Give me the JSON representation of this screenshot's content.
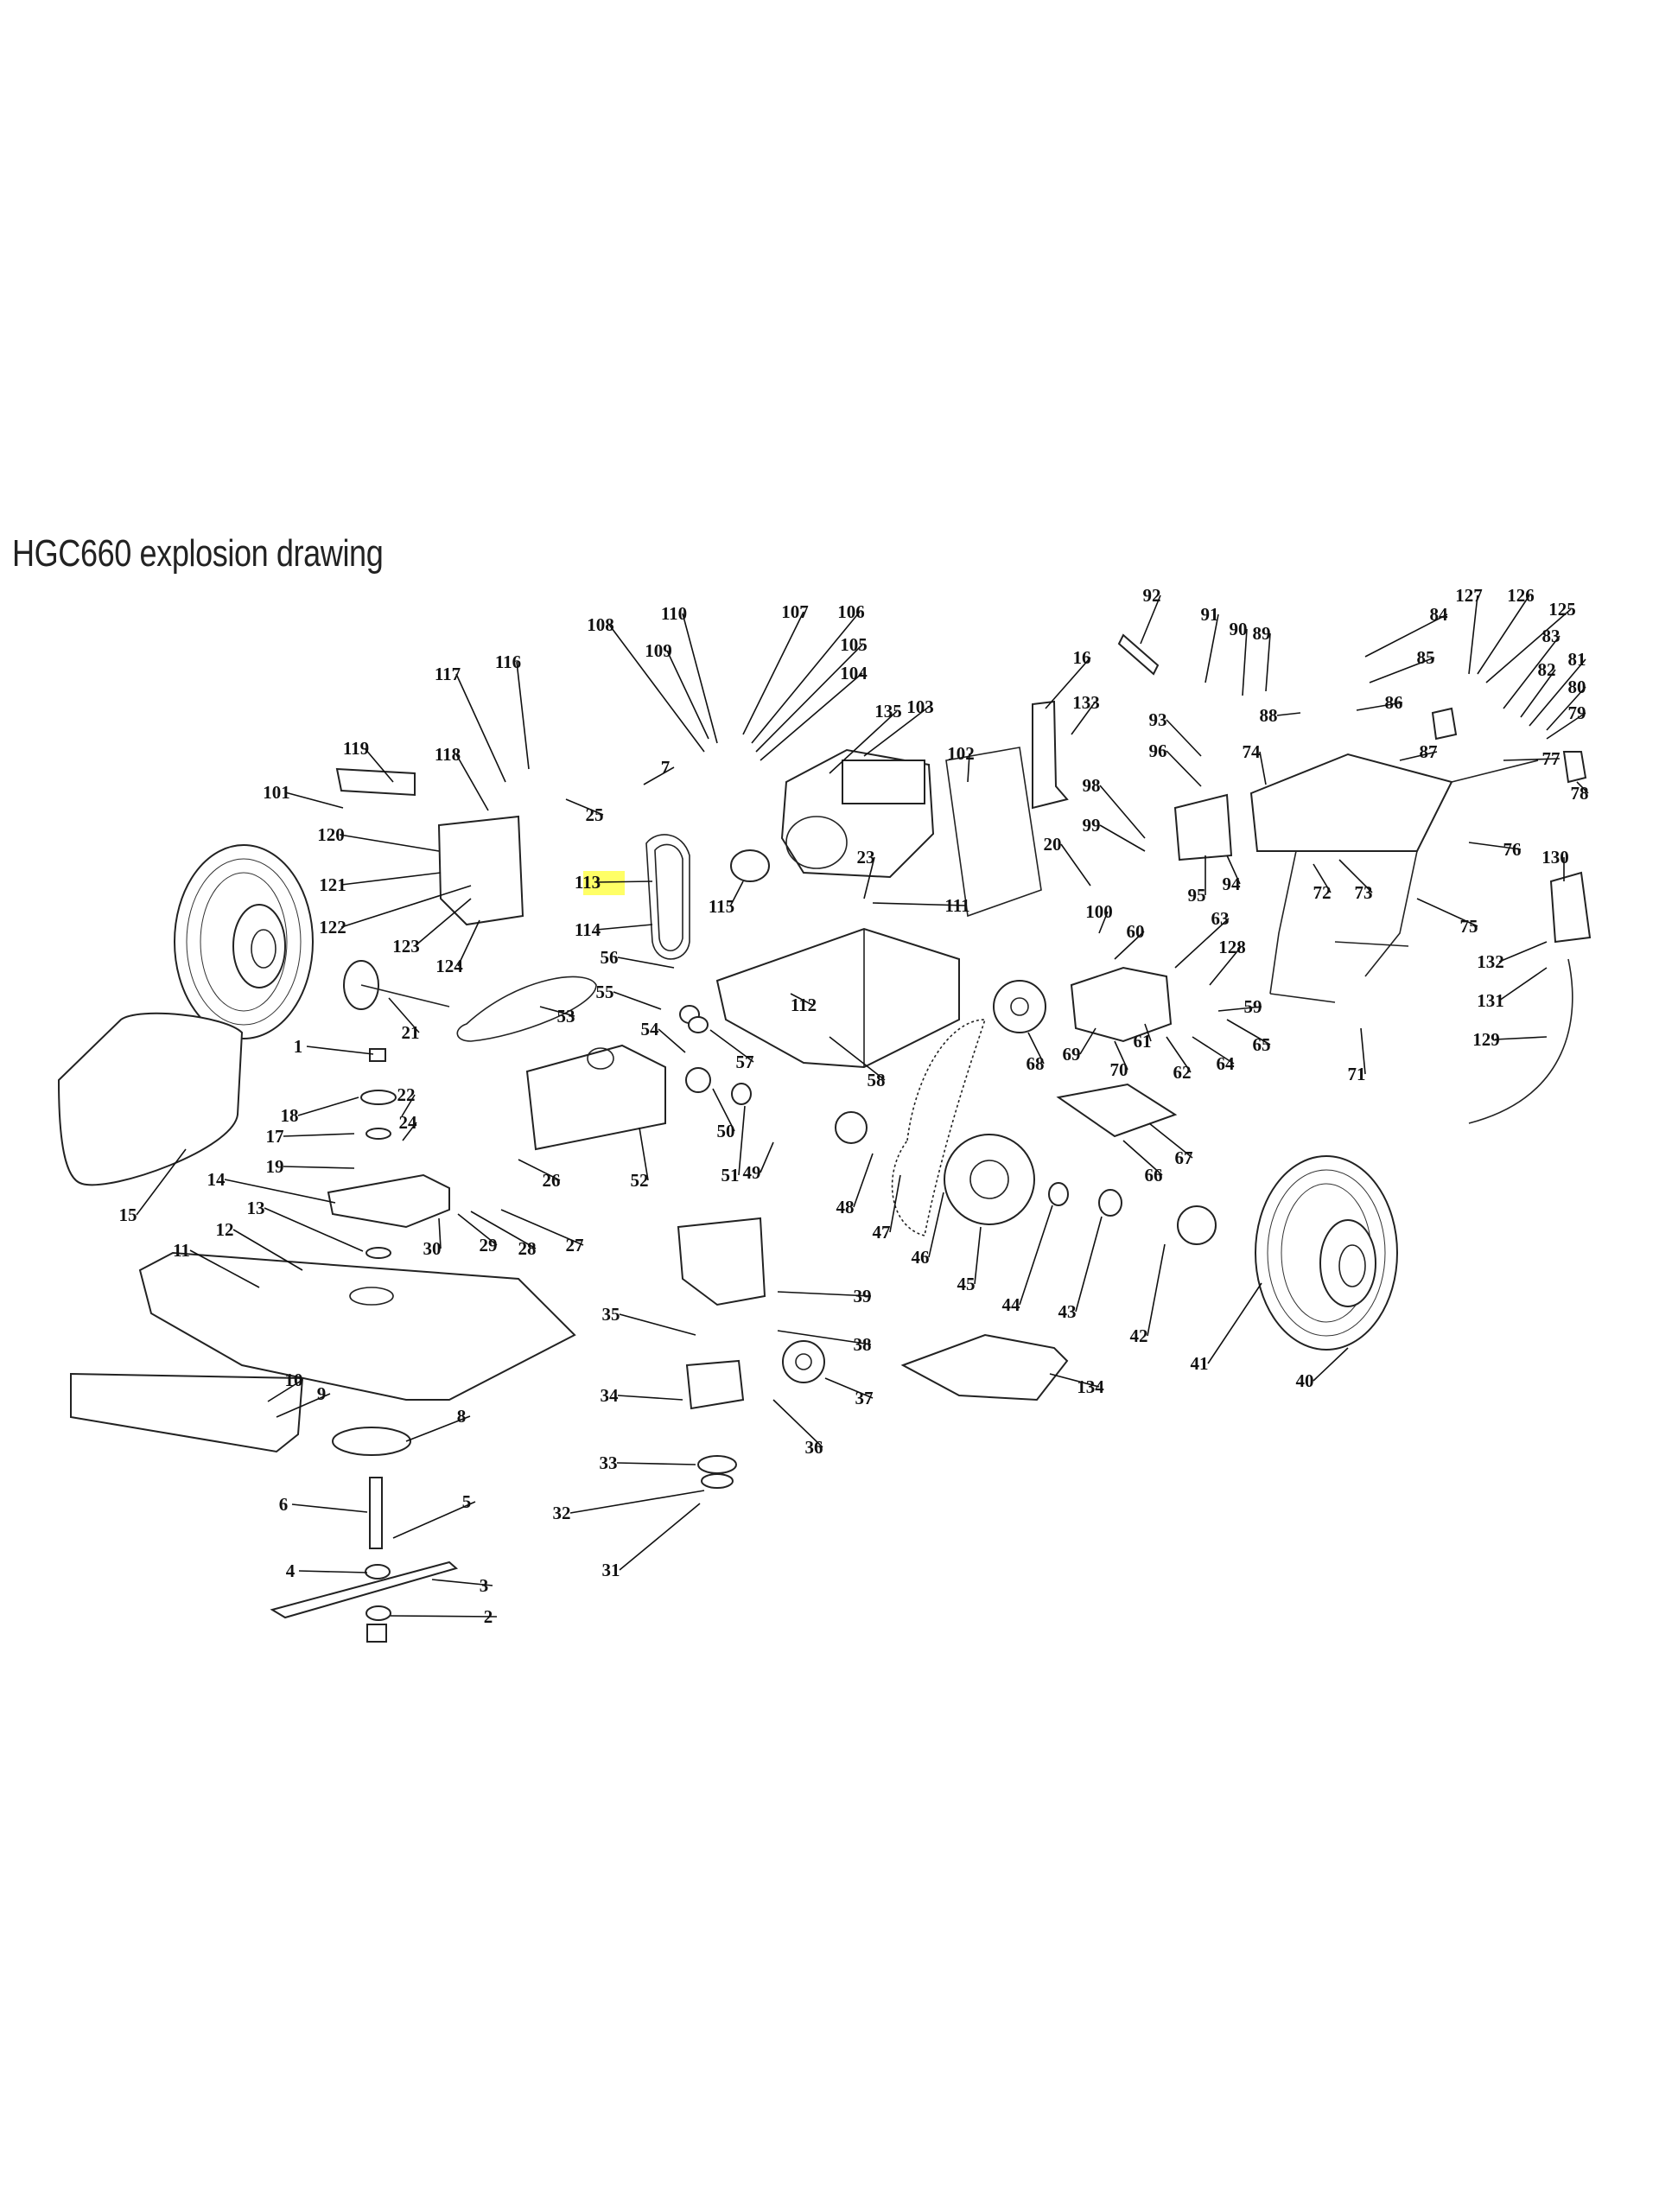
{
  "title": "HGC660 explosion drawing",
  "highlight_color": "#ffff66",
  "highlighted_label": "113",
  "labels": [
    "1",
    "2",
    "3",
    "4",
    "5",
    "6",
    "7",
    "8",
    "9",
    "10",
    "11",
    "12",
    "13",
    "14",
    "15",
    "16",
    "17",
    "18",
    "19",
    "20",
    "21",
    "22",
    "23",
    "24",
    "25",
    "26",
    "27",
    "28",
    "29",
    "30",
    "31",
    "32",
    "33",
    "34",
    "35",
    "36",
    "37",
    "38",
    "39",
    "40",
    "41",
    "42",
    "43",
    "44",
    "45",
    "46",
    "47",
    "48",
    "49",
    "50",
    "51",
    "52",
    "53",
    "54",
    "55",
    "56",
    "57",
    "58",
    "59",
    "60",
    "61",
    "62",
    "63",
    "64",
    "65",
    "66",
    "67",
    "68",
    "69",
    "70",
    "71",
    "72",
    "73",
    "74",
    "75",
    "76",
    "77",
    "78",
    "79",
    "80",
    "81",
    "82",
    "83",
    "84",
    "85",
    "86",
    "87",
    "88",
    "89",
    "90",
    "91",
    "92",
    "93",
    "94",
    "95",
    "96",
    "98",
    "99",
    "100",
    "101",
    "102",
    "103",
    "104",
    "105",
    "106",
    "107",
    "108",
    "109",
    "110",
    "111",
    "112",
    "113",
    "114",
    "115",
    "116",
    "117",
    "118",
    "119",
    "120",
    "121",
    "122",
    "123",
    "124",
    "125",
    "126",
    "127",
    "128",
    "129",
    "130",
    "131",
    "132",
    "133",
    "134",
    "135"
  ]
}
